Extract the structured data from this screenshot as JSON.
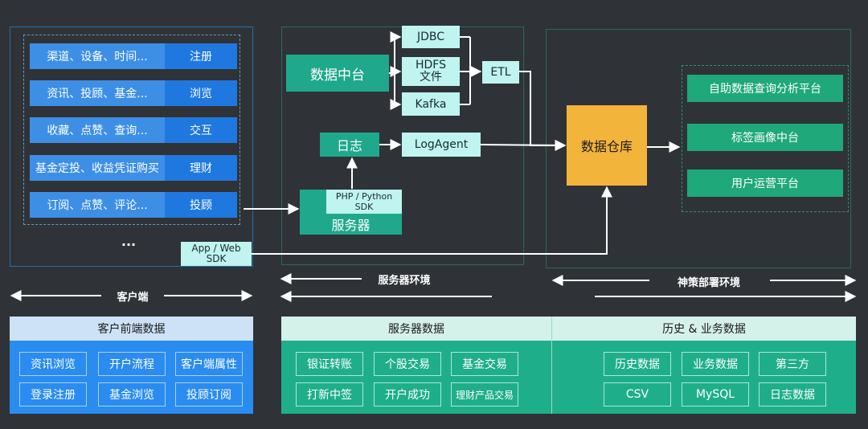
{
  "client": {
    "rows": [
      {
        "left": "渠道、设备、时间...",
        "right": "注册"
      },
      {
        "left": "资讯、投顾、基金...",
        "right": "浏览"
      },
      {
        "left": "收藏、点赞、查询...",
        "right": "交互"
      },
      {
        "left": "基金定投、收益凭证购买",
        "right": "理财"
      },
      {
        "left": "订阅、点赞、评论...",
        "right": "投顾"
      }
    ],
    "ellipsis": "...",
    "sdk": "App / Web SDK",
    "env_label": "客户端"
  },
  "server": {
    "data_platform": "数据中台",
    "jdbc": "JDBC",
    "hdfs": "HDFS 文件",
    "kafka": "Kafka",
    "etl": "ETL",
    "log": "日志",
    "logagent": "LogAgent",
    "sdk": "PHP / Python SDK",
    "server_label": "服务器",
    "env_label": "服务器环境"
  },
  "shence": {
    "warehouse": "数据仓库",
    "platforms": [
      "自助数据查询分析平台",
      "标签画像中台",
      "用户运营平台"
    ],
    "env_label": "神策部署环境"
  },
  "bottom": {
    "client_title": "客户前端数据",
    "client_items": [
      "资讯浏览",
      "开户流程",
      "客户端属性",
      "登录注册",
      "基金浏览",
      "投顾订阅"
    ],
    "server_title": "服务器数据",
    "server_items": [
      "银证转账",
      "个股交易",
      "基金交易",
      "打新中签",
      "开户成功",
      "理财产品交易"
    ],
    "history_title": "历史 & 业务数据",
    "history_items": [
      "历史数据",
      "业务数据",
      "第三方",
      "CSV",
      "MySQL",
      "日志数据"
    ]
  },
  "colors": {
    "background": "#2f3337",
    "client_blue": "#1f78e0",
    "teal": "#1fa88c",
    "cyan": "#bff4f0",
    "warehouse_yellow": "#f3b43c",
    "platform_green": "#1fa87a"
  }
}
